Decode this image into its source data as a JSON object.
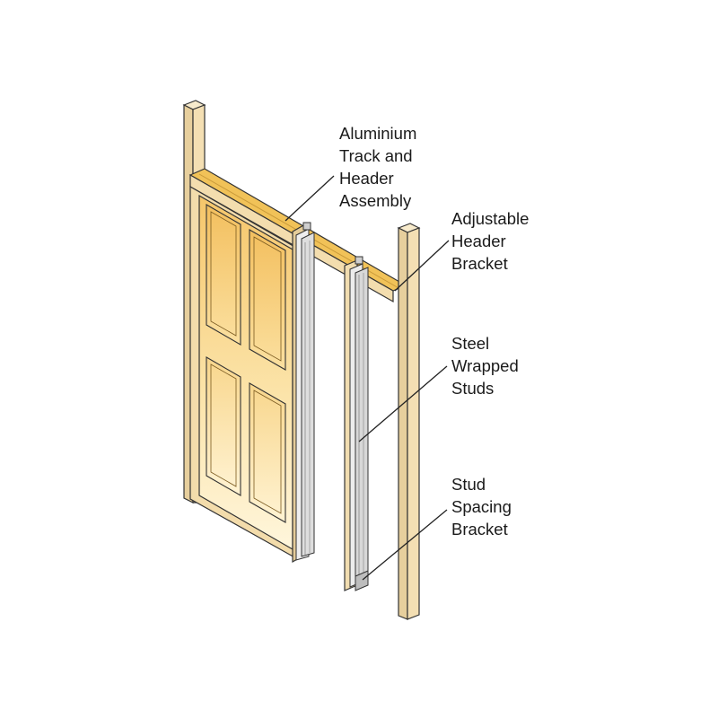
{
  "colors": {
    "timber_light": "#f6e3bc",
    "timber_mid": "#ecd29e",
    "timber_dark": "#dcbf86",
    "header_top": "#f3c257",
    "door_light": "#fff5d8",
    "door_dark": "#f7cf7c",
    "steel_light": "#ececec",
    "steel_dark": "#c7c7c7",
    "outline": "#333333",
    "leader": "#222222"
  },
  "icons": {
    "door": "pocket-door-icon"
  },
  "labels": {
    "track_header": [
      "Aluminium",
      "Track and",
      "Header",
      "Assembly"
    ],
    "header_bracket": [
      "Adjustable",
      "Header",
      "Bracket"
    ],
    "steel_studs": [
      "Steel",
      "Wrapped",
      "Studs"
    ],
    "spacing_bracket": [
      "Stud",
      "Spacing",
      "Bracket"
    ]
  }
}
